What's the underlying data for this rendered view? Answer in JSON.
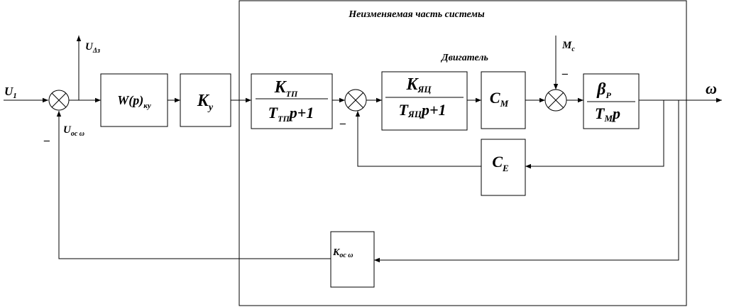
{
  "subsystem_title": "Неизменяемая часть системы",
  "motor_label": "Двигатель",
  "signals": {
    "input": "U",
    "input_sub": "1",
    "error": "U",
    "error_sub": "Δз",
    "feedback": "U",
    "feedback_sub": "ос ω",
    "load": "M",
    "load_sub": "c",
    "output": "ω"
  },
  "signs": {
    "minus": "–"
  },
  "blocks": {
    "controller": {
      "main": "W(p)",
      "sub": "ку"
    },
    "gain": {
      "main": "K",
      "sub": "у"
    },
    "converter": {
      "num": "K",
      "num_sub": "ТП",
      "den": "T",
      "den_sub": "ТП",
      "den_tail": "p+1"
    },
    "armature": {
      "num": "K",
      "num_sub": "ЯЦ",
      "den": "T",
      "den_sub": "ЯЦ",
      "den_tail": "p+1"
    },
    "torque_const": {
      "main": "C",
      "sub": "M"
    },
    "mechanics": {
      "num": "β",
      "num_sub": "P",
      "den": "T",
      "den_sub": "M",
      "den_tail": "p"
    },
    "emf_const": {
      "main": "C",
      "sub": "E"
    },
    "feedback_gain": {
      "main": "K",
      "sub": "ос ω"
    }
  }
}
